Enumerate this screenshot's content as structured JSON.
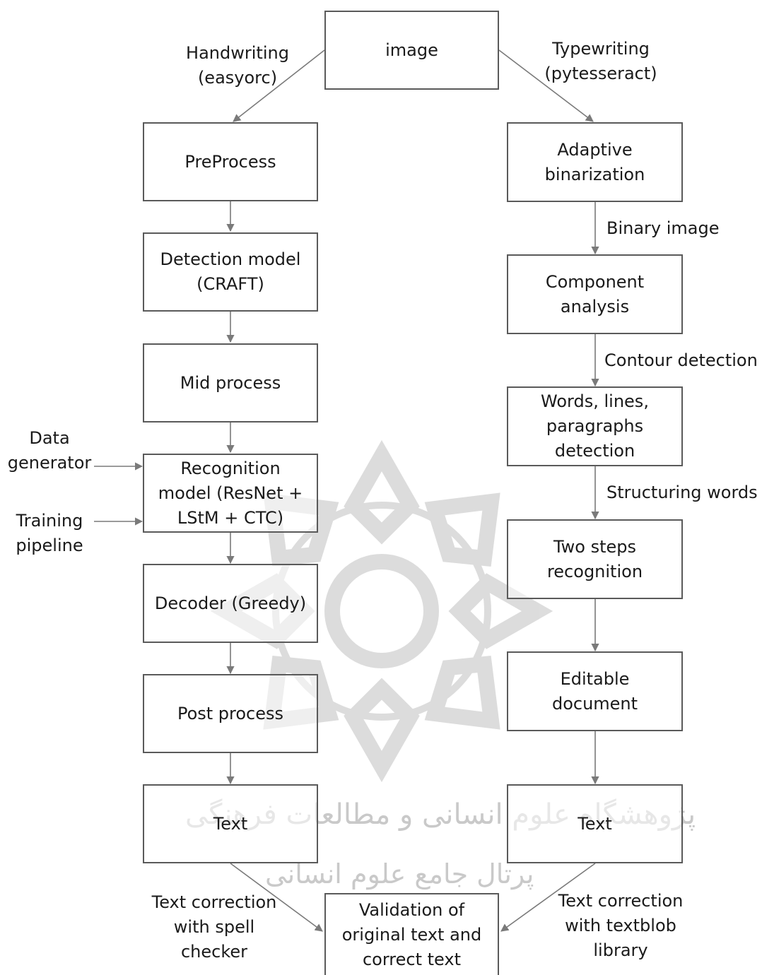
{
  "boxes": {
    "image": "image",
    "preprocess": "PreProcess",
    "detection_model": "Detection model\n(CRAFT)",
    "mid_process": "Mid process",
    "recognition_model": "Recognition\nmodel (ResNet +\nLStM + CTC)",
    "decoder": "Decoder (Greedy)",
    "post_process": "Post process",
    "text_left": "Text",
    "adaptive_binarization": "Adaptive\nbinarization",
    "component_analysis": "Component\nanalysis",
    "words_lines_paragraphs": "Words, lines,\nparagraphs\ndetection",
    "two_steps_recognition": "Two steps\nrecognition",
    "editable_document": "Editable\ndocument",
    "text_right": "Text",
    "validation": "Validation of\noriginal text and\ncorrect text"
  },
  "labels": {
    "handwriting": "Handwriting\n(easyorc)",
    "typewriting": "Typewriting\n(pytesseract)",
    "binary_image": "Binary image",
    "contour_detection": "Contour detection",
    "structuring_words": "Structuring words",
    "data_generator": "Data\ngenerator",
    "training_pipeline": "Training\npipeline",
    "spell_checker": "Text correction\nwith spell\nchecker",
    "textblob": "Text correction\nwith textblob\nlibrary"
  },
  "watermark": {
    "line1": "پژوهشگاه علوم انسانی و مطالعات فرهنگی",
    "line2": "پرتال جامع علوم انسانی"
  },
  "colors": {
    "border": "#5a5a5a",
    "arrow": "#7a7a7a",
    "text": "#1a1a1a",
    "watermark": "#c9c9c9"
  }
}
